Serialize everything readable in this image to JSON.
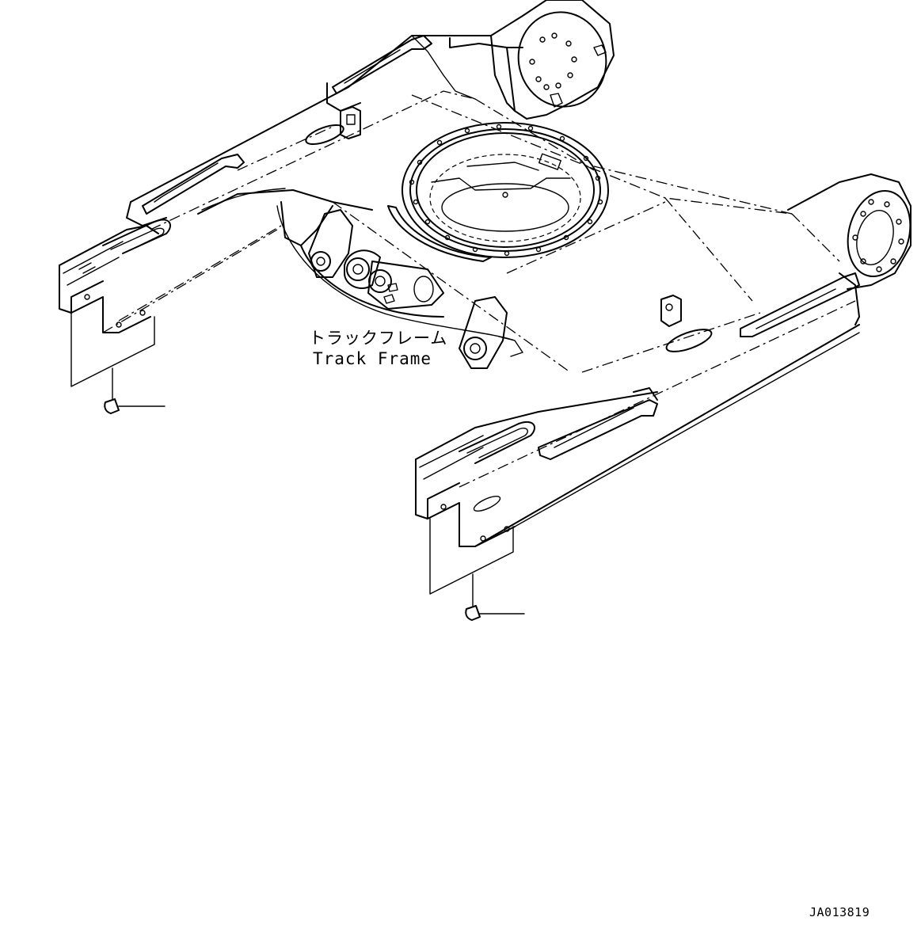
{
  "labels": {
    "part_name_jp": "トラックフレーム",
    "part_name_en": "Track Frame",
    "drawing_code": "JA013819"
  },
  "callouts": [
    {
      "id": "callout-left",
      "item": "plug"
    },
    {
      "id": "callout-right",
      "item": "plug"
    }
  ]
}
